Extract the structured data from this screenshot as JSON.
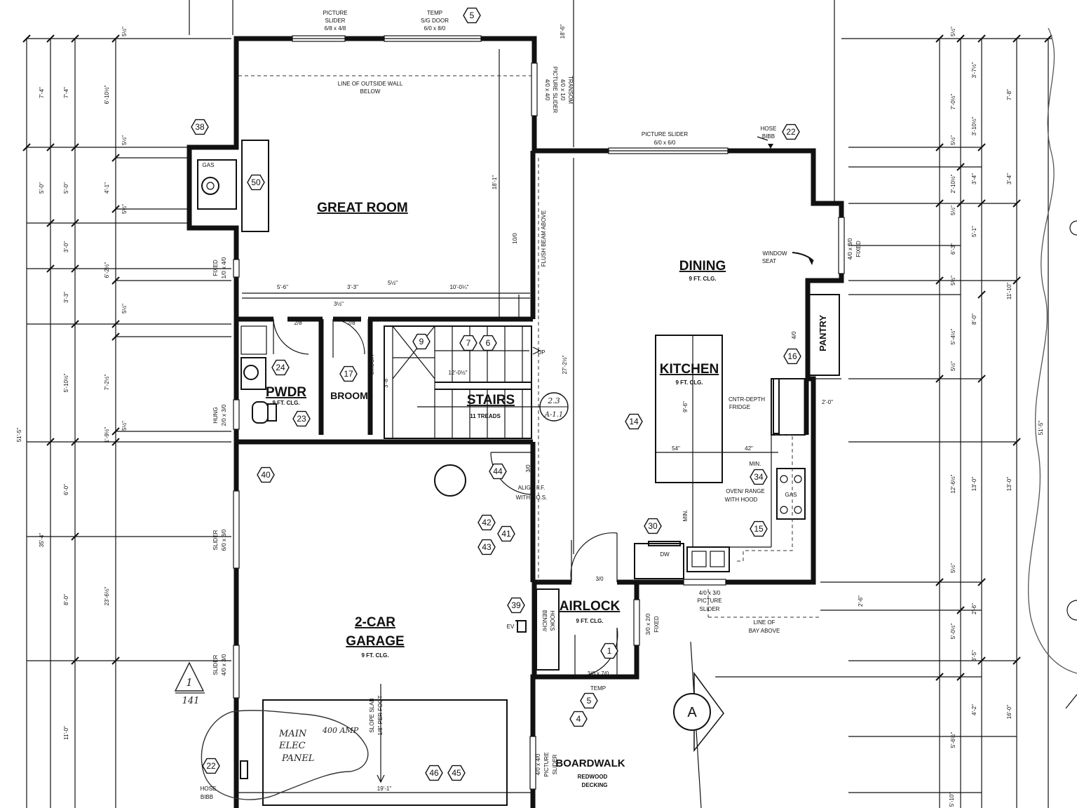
{
  "rooms": {
    "great_room": "GREAT ROOM",
    "dining": "DINING",
    "dining_clg": "9 FT. CLG.",
    "kitchen": "KITCHEN",
    "kitchen_clg": "9 FT. CLG.",
    "pwdr": "PWDR",
    "pwdr_clg": "9 FT. CLG.",
    "broom": "BROOM",
    "stairs": "STAIRS",
    "stairs_treads": "11 TREADS",
    "pantry": "PANTRY",
    "airlock": "AIRLOCK",
    "airlock_clg": "9 FT. CLG.",
    "garage_1": "2-CAR",
    "garage_2": "GARAGE",
    "garage_clg": "9 FT. CLG.",
    "boardwalk": "BOARDWALK",
    "boardwalk_sub1": "REDWOOD",
    "boardwalk_sub2": "DECKING"
  },
  "notes": {
    "picture_slider_top_1": "PICTURE",
    "picture_slider_top_2": "SLIDER",
    "picture_slider_top_3": "6/8 x 4/8",
    "temp_door_1": "TEMP",
    "temp_door_2": "S/G DOOR",
    "temp_door_3": "6/0 x 8/0",
    "outside_wall_1": "LINE OF OUTSIDE WALL",
    "outside_wall_2": "BELOW",
    "picture_slider_mid_1": "PICTURE SLIDER",
    "picture_slider_mid_2": "6/0 x 6/0",
    "hose_bibb_top_1": "HOSE",
    "hose_bibb_top_2": "BIBB",
    "gr_window_1": "4/0 x 4/0",
    "gr_window_2": "PICTURE SLIDER",
    "gr_window_3": "4/0 x 1/0",
    "gr_window_4": "TRANSOM",
    "flush_beam": "FLUSH BEAM ABOVE",
    "window_seat_1": "WINDOW",
    "window_seat_2": "SEAT",
    "fixed_window_right_1": "4/0 x 3/0",
    "fixed_window_right_2": "FIXED",
    "fixed_left_1": "FIXED",
    "fixed_left_2": "1/0 x 4/0",
    "hung_1": "HUNG",
    "hung_2": "2/0 x 3/0",
    "gas": "GAS",
    "hooks": "HOOKS",
    "up": "UP",
    "cntr_depth_1": "CNTR-DEPTH",
    "cntr_depth_2": "FRIDGE",
    "min": "MIN.",
    "oven_1": "OVEN/ RANGE",
    "oven_2": "WITH HOOD",
    "gas_range": "GAS",
    "dw": "DW",
    "align_1": "ALIGN F.F.",
    "align_2": "WITH T.O.S.",
    "slider_g1_1": "SLIDER",
    "slider_g1_2": "6/0 x 3/0",
    "slider_g2_1": "SLIDER",
    "slider_g2_2": "4/0 x 3/0",
    "ev": "EV",
    "bench_1": "BENCH/",
    "bench_2": "HOOKS",
    "fixed_airlock_1": "3/0 x 2/0",
    "fixed_airlock_2": "FIXED",
    "picture_slider_bottom_1": "4/0 x 3/0",
    "picture_slider_bottom_2": "PICTURE",
    "picture_slider_bottom_3": "SLIDER",
    "bay_1": "LINE OF",
    "bay_2": "BAY ABOVE",
    "door_airlock_in": "3/0",
    "door_airlock_out": "3/0 x 7/0",
    "temp": "TEMP",
    "slab_1": "SLOPE SLAB",
    "slab_2": "1/8\" PER FOOT",
    "boardwalk_slider_1": "4/0 x 4/0",
    "boardwalk_slider_2": "PICTURE",
    "boardwalk_slider_3": "SLIDER",
    "hose_bibb_bottom_1": "HOSE",
    "hose_bibb_bottom_2": "BIBB",
    "section_ref_1": "2.3",
    "section_ref_2": "A-1.1",
    "pantry_door": "4/0",
    "bath_door_1": "2/8",
    "bath_door_2": "2/8"
  },
  "dimensions": {
    "left_outer": [
      "7'-4\"",
      "5'-0\"",
      "3'-0\"",
      "3'-3\"",
      "5'-10½\"",
      "1'-9½\"",
      "6'-0\"",
      "8'-0\"",
      "11'-0\""
    ],
    "left_inner": [
      "6'-10½\"",
      "4'-1\"",
      "6'-2½\"",
      "7'-2½\"",
      "23'-6½\""
    ],
    "left_total_1": "51'-5\"",
    "left_total_2": "35'-4\"",
    "left_ticks": [
      "5½\"",
      "5½\"",
      "5½\"",
      "5½\"",
      "5½\""
    ],
    "right_mid": [
      "7'-0½\"",
      "2'-10½\"",
      "6'-3\"",
      "5'-4½\"",
      "12'-6½\"",
      "5'-0½\"",
      "5'-6½\""
    ],
    "right_inner": [
      "3'-7½\"",
      "3'-10½\"",
      "3'-4\"",
      "5'-1\"",
      "8'-0\"",
      "13'-0\"",
      "2'-6\"",
      "3'-5\"",
      "4'-2\""
    ],
    "right_outer": [
      "7'-8\"",
      "3'-4\"",
      "11'-10\"",
      "13'-0\"",
      "16'-0\""
    ],
    "right_total": "51'-5\"",
    "right_ticks": [
      "5½\"",
      "5½\"",
      "5½\"",
      "5½\"",
      "5½\"",
      "5½\""
    ],
    "gr_width_1": "5'-6\"",
    "gr_width_2": "3'-3\"",
    "gr_width_3": "10'-0¼\"",
    "gr_small_1": "3½\"",
    "gr_small_2": "5½\"",
    "gr_depth": "18'-1\"",
    "gr_10": "10/0",
    "stair_run": "27'-2½\"",
    "stair_width": "12'-0½\"",
    "stair_38": "3'-8\"",
    "top_18": "18'-6\"",
    "island_54": "54\"",
    "island_42": "42\"",
    "island_94": "9'-6\"",
    "kitchen_min": "MIN.",
    "pantry_20": "2'-0\"",
    "bay_26": "2'-6\"",
    "garage_width": "19'-1\"",
    "boardwalk_4": "5'-10\"",
    "stair_ud": "3/0"
  },
  "tags": [
    "5",
    "38",
    "50",
    "22",
    "9",
    "7",
    "6",
    "24",
    "17",
    "23",
    "14",
    "16",
    "40",
    "44",
    "34",
    "15",
    "42",
    "41",
    "43",
    "30",
    "39",
    "1",
    "5",
    "4",
    "22",
    "46",
    "45"
  ],
  "markers": {
    "section_number": "1",
    "section_sheet": "141",
    "elevation_letter": "A"
  },
  "handwriting": {
    "line1": "MAIN",
    "line1b": "400 AMP",
    "line2": "ELEC",
    "line3": "PANEL"
  }
}
